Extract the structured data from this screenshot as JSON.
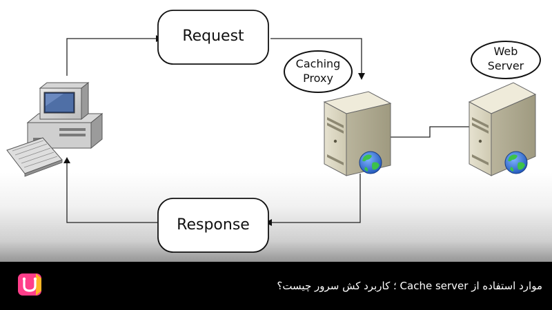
{
  "diagram": {
    "request_label": "Request",
    "response_label": "Response",
    "caching_proxy_label": [
      "Caching",
      "Proxy"
    ],
    "web_server_label": [
      "Web",
      "Server"
    ]
  },
  "caption": {
    "text": "موارد استفاده از Cache server ؛ کاربرد کش سرور چیست؟"
  },
  "colors": {
    "caption_background": "#000000",
    "caption_text": "#ffffff",
    "logo_pink": "#ff3e8a",
    "logo_yellow": "#ffc21a",
    "globe_blue": "#2f6fd3",
    "globe_green": "#3cc24a"
  },
  "icons": [
    "desktop-computer-icon",
    "server-icon",
    "globe-icon",
    "shopping-bag-logo-icon"
  ]
}
